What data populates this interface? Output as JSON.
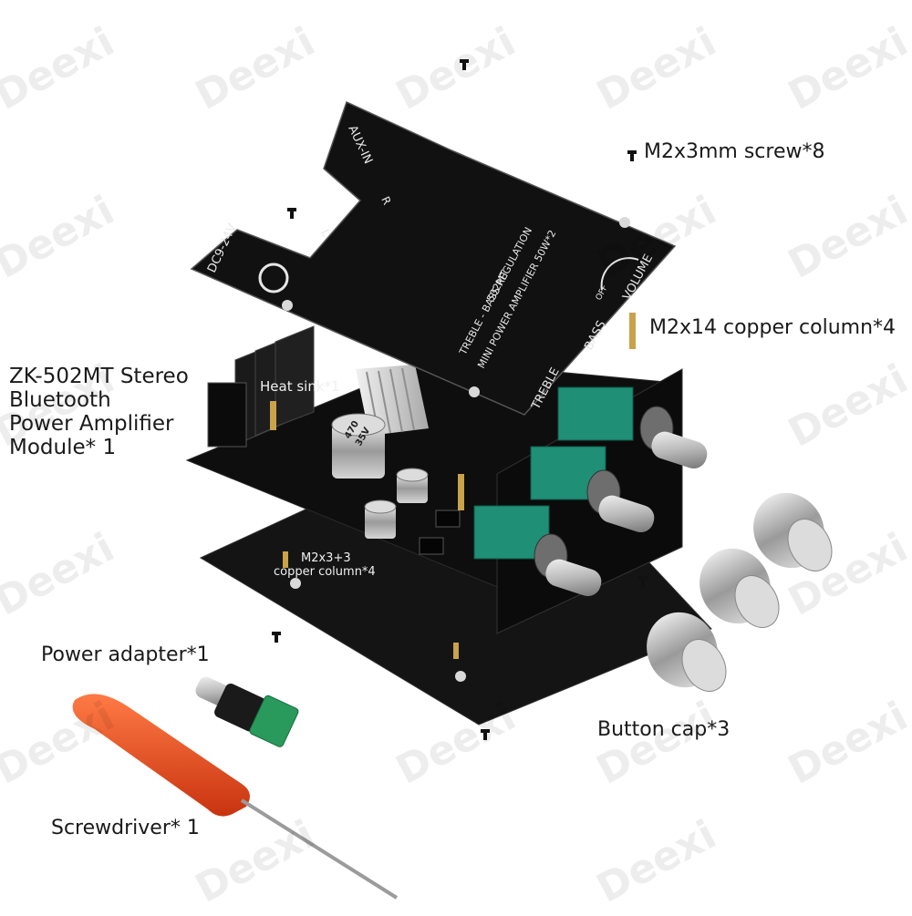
{
  "watermark": "Deexi",
  "labels": {
    "module": [
      "ZK-502MT Stereo",
      "Bluetooth",
      "Power Amplifier",
      "Module* 1"
    ],
    "screw": "M2x3mm screw*8",
    "column14": "M2x14 copper column*4",
    "heat_sink": "Heat sink*1",
    "column3": [
      "M2x3+3",
      "copper column*4"
    ],
    "power_adapter": "Power adapter*1",
    "button_cap": "Button cap*3",
    "screwdriver": "Screwdriver* 1"
  },
  "panel_print": {
    "aux": "AUX-IN",
    "dc": "DC9-24V",
    "model": "502MT",
    "line1": "TREBLE - BASS REGULATION",
    "line2": "MINI POWER AMPLIFIER 50W*2",
    "volume": "VOLUME",
    "off": "OFF",
    "bass": "BASS",
    "treble": "TREBLE",
    "right": "R",
    "left": "L",
    "cap_value": "470",
    "cap_voltage": "35V"
  },
  "colors": {
    "pcb": "#111111",
    "knob_green": "#1f8f76",
    "screwdriver": "#e8481f",
    "metal": "#c9c9c9"
  }
}
